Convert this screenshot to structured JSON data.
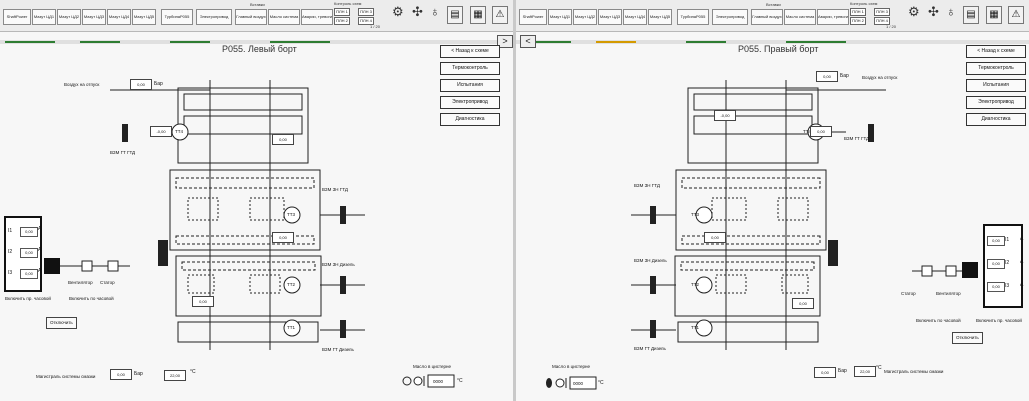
{
  "toolbar": {
    "buttons": [
      "ShaftPower",
      "Мазут ЦД1",
      "Мазут ЦД2",
      "Мазут ЦД3",
      "Мазут ЦД4",
      "Мазут ЦД5",
      "ТурбинаР055",
      "Электропривод",
      "Главный воздух",
      "Масло система",
      "Аварии, тревоги"
    ],
    "group_label": "Вставки",
    "mode_label": "Контроль схем",
    "mode_items": [
      "ПЛН 1",
      "ПЛН 2",
      "ПЛН 3",
      "ПЛН 4"
    ],
    "page_counter": "1 / 20"
  },
  "left": {
    "title": "Р055. Левый борт",
    "nav_arrow": ">",
    "side_buttons": [
      "< Назад к схеме",
      "Термоконтроль",
      "Испытания",
      "Электропривод",
      "Диагностика"
    ],
    "labels": {
      "air": "Воздух на отпуск",
      "gtd": "ВЗМ ГТ ГТД",
      "gtd2": "ВЗМ ЗН ГТД",
      "diesel1": "ВЗМ ЗН Дизель",
      "diesel2": "ВЗМ ГТ Дизель",
      "fan": "Вентилятор",
      "stator": "Статор",
      "on_cw": "Включить по часовой",
      "on_ccw": "Включить пр. часовой",
      "off": "Отключить",
      "main_oil": "Магистраль системы смазки",
      "oil_in_cistern": "Масло в цистерне"
    },
    "values": {
      "air": "0,00",
      "p1": "-0,00",
      "p2": "0,00",
      "p3": "0,00",
      "p4": "0,00",
      "main_p": "0,00",
      "main_t": "22,00",
      "cistern": "0000"
    },
    "units": {
      "bar": "Бар",
      "deg": "°C",
      "a": "А"
    },
    "current": [
      {
        "label": "I1",
        "value": "0,00"
      },
      {
        "label": "I2",
        "value": "0,00"
      },
      {
        "label": "I3",
        "value": "0,00"
      }
    ],
    "nodes": [
      "ТТ4",
      "ТТ3",
      "ТТ2",
      "ТТ1"
    ]
  },
  "right": {
    "title": "Р055. Правый борт",
    "nav_arrow": "<",
    "side_buttons": [
      "< Назад к схеме",
      "Термоконтроль",
      "Испытания",
      "Электропривод",
      "Диагностика"
    ],
    "labels": {
      "air": "Воздух на отпуск",
      "gtd": "ВЗМ ГТ ГТД",
      "gtd2": "ВЗМ ЗН ГТД",
      "diesel1": "ВЗМ ЗН Дизель",
      "diesel2": "ВЗМ ГТ Дизель",
      "fan": "Вентилятор",
      "stator": "Статор",
      "on_cw": "Включить по часовой",
      "on_ccw": "Включить пр. часовой",
      "off": "Отключить",
      "main_oil": "Магистраль системы смазки",
      "oil_in_cistern": "Масло в цистерне"
    },
    "values": {
      "air": "0,00",
      "p1": "-0,00",
      "p2": "0,00",
      "p3": "0,00",
      "p4": "0,00",
      "main_p": "0,00",
      "main_t": "22,00",
      "cistern": "0000"
    },
    "units": {
      "bar": "Бар",
      "deg": "°C",
      "a": "А"
    },
    "current": [
      {
        "label": "I1",
        "value": "0,00"
      },
      {
        "label": "I2",
        "value": "0,00"
      },
      {
        "label": "I3",
        "value": "0,00"
      }
    ],
    "nodes": [
      "ТТ4",
      "ТТ3",
      "ТТ2",
      "ТТ1"
    ]
  },
  "colors": {
    "bg": "#f7f7f7",
    "line": "#222222",
    "accent": "#111111",
    "strip_green": "#2e7d32",
    "strip_amber": "#d49a00"
  },
  "icons": [
    "gear-icon",
    "fan-icon",
    "sensor-icon",
    "report-icon",
    "warning-icon"
  ]
}
